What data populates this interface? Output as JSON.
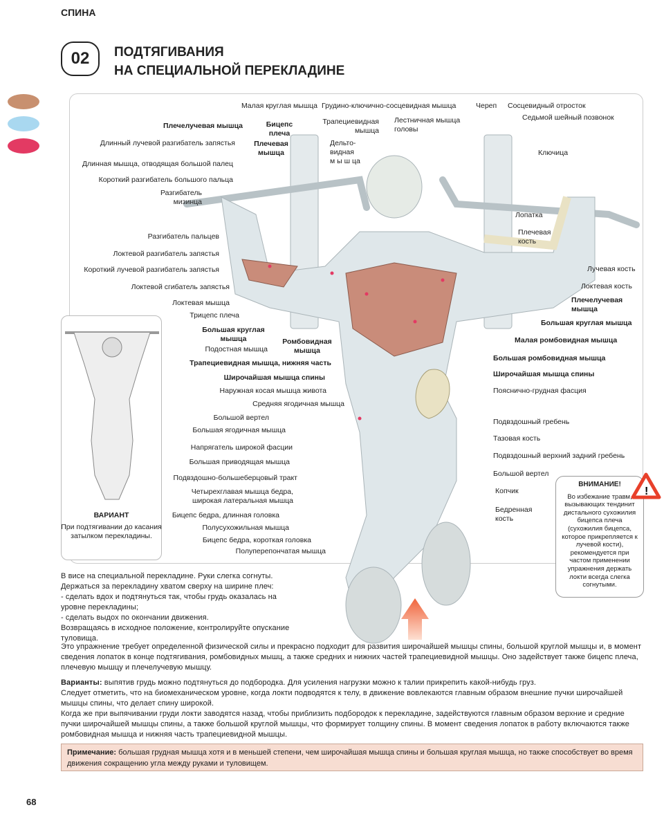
{
  "header": {
    "section": "СПИНА",
    "number": "02",
    "title_line1": "ПОДТЯГИВАНИЯ",
    "title_line2": "НА СПЕЦИАЛЬНОЙ ПЕРЕКЛАДИНЕ"
  },
  "legend_colors": [
    "#c8906f",
    "#a9d8f0",
    "#e33a63"
  ],
  "labels": {
    "l1": "Малая круглая мышца",
    "l2": "Плечелучевая мышца",
    "l3a": "Бицепс",
    "l3b": "плеча",
    "l4a": "Плечевая",
    "l4b": "мышца",
    "l5": "Длинный лучевой разгибатель запястья",
    "l6": "Длинная мышца, отводящая большой палец",
    "l7": "Короткий разгибатель большого пальца",
    "l8a": "Разгибатель",
    "l8b": "мизинца",
    "l9": "Разгибатель пальцев",
    "l10": "Локтевой разгибатель запястья",
    "l11": "Короткий лучевой разгибатель запястья",
    "l12": "Локтевой сгибатель запястья",
    "l13": "Локтевая мышца",
    "l14": "Трицепс плеча",
    "l15a": "Большая круглая",
    "l15b": "мышца",
    "l16": "Подостная мышца",
    "l17a": "Ромбовидная",
    "l17b": "мышца",
    "l18": "Трапециевидная мышца, нижняя часть",
    "l19": "Широчайшая мышца спины",
    "l20": "Наружная косая мышца живота",
    "l21": "Средняя ягодичная мышца",
    "l22": "Большой вертел",
    "l23": "Большая ягодичная мышца",
    "l24": "Напрягатель широкой фасции",
    "l25": "Большая приводящая мышца",
    "l26": "Подвздошно-большеберцовый тракт",
    "l27a": "Четырехглавая мышца бедра,",
    "l27b": "широкая латеральная мышца",
    "l28": "Бицепс бедра, длинная головка",
    "l29": "Полусухожильная мышца",
    "l30": "Бицепс бедра, короткая головка",
    "l31": "Полуперепончатая мышца",
    "t1": "Грудино-ключично-сосцевидная мышца",
    "t2a": "Трапециевидная",
    "t2b": "мышца",
    "t3a": "Лестничная мышца",
    "t3b": "головы",
    "t4a": "Дельто-",
    "t4b": "видная",
    "t4c": "м ы ш ца",
    "t5": "Череп",
    "t6": "Сосцевидный отросток",
    "t7": "Седьмой шейный позвонок",
    "t8": "Ключица",
    "r1": "Лопатка",
    "r2a": "Плечевая",
    "r2b": "кость",
    "r3": "Лучевая кость",
    "r4": "Локтевая кость",
    "r5a": "Плечелучевая",
    "r5b": "мышца",
    "r6": "Большая круглая мышца",
    "r7": "Малая ромбовидная мышца",
    "r8": "Большая ромбовидная мышца",
    "r9": "Широчайшая мышца спины",
    "r10": "Пояснично-грудная фасция",
    "r11": "Подвздошный гребень",
    "r12": "Тазовая кость",
    "r13": "Подвздошный верхний задний гребень",
    "r14": "Большой вертел",
    "r15": "Копчик",
    "r16a": "Бедренная",
    "r16b": "кость"
  },
  "variant": {
    "title": "ВАРИАНТ",
    "text1": "При подтягивании до касания",
    "text2": "затылком перекладины."
  },
  "warning": {
    "title": "ВНИМАНИЕ!",
    "text": "Во избежание травм, вызывающих тендинит дистального сухожилия бицепса плеча (сухожилия бицепса, которое прикрепляется к лучевой кости), рекомендуется при частом применении упражнения держать локти всегда слегка согнутыми."
  },
  "instructions": [
    "В висе на специальной перекладине. Руки слегка согнуты.",
    "Держаться за перекладину хватом сверху на ширине плеч:",
    "-  сделать вдох и подтянуться так, чтобы грудь оказалась на",
    "уровне перекладины;",
    "-  сделать выдох по окончании движения.",
    "Возвращаясь в исходное положение, контролируйте опускание",
    "туловища."
  ],
  "description": "Это упражнение требует определенной физической силы и прекрасно подходит для развития широчайшей мышцы спины, большой круглой мышцы и, в момент сведения лопаток в конце подтягивания, ромбовидных мышц, а также средних и нижних частей трапециевидной мышцы. Оно задействует также бицепс плеча, плечевую мышцу и плечелучевую мышцу.",
  "variants": {
    "label": "Варианты:",
    "text": " выпятив грудь можно подтянуться до подбородка. Для усиления нагрузки можно к талии прикрепить какой-нибудь груз.",
    "p2": "Следует отметить, что на биомеханическом уровне, когда локти подводятся к телу, в движение вовлекаются главным образом внешние пучки широчайшей мышцы спины, что делает спину широкой.",
    "p3": "Когда же при выпячивании груди локти заводятся назад, чтобы приблизить подбородок к перекладине, задействуются главным образом верхние и средние пучки широчайшей мышцы спины, а также большой круглой мышцы, что формирует толщину спины. В момент сведения лопаток в работу включаются также ромбовидная мышца и нижняя часть трапециевидной мышцы."
  },
  "note": {
    "label": "Примечание:",
    "text": " большая грудная мышца хотя и в меньшей степени, чем широчайшая мышца спины и большая круглая мышца, но также способствует во время движения сокращению угла между руками и туловищем."
  },
  "page_number": "68"
}
